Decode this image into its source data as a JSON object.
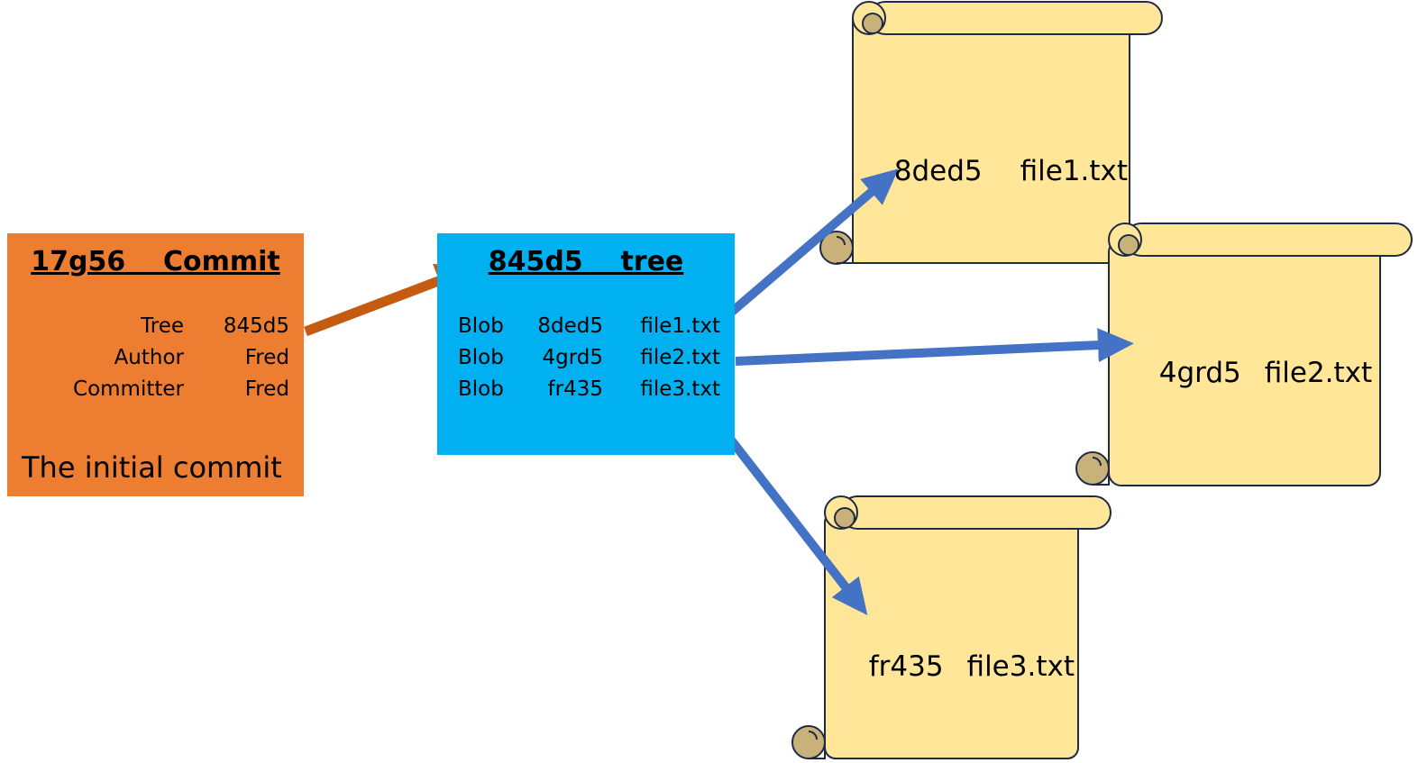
{
  "commit": {
    "title": "17g56    Commit",
    "fields": [
      {
        "key": "Tree",
        "value": "845d5"
      },
      {
        "key": "Author",
        "value": "Fred"
      },
      {
        "key": "Committer",
        "value": "Fred"
      }
    ],
    "message": "The initial commit"
  },
  "tree": {
    "title": "845d5    tree",
    "entries": [
      {
        "type": "Blob",
        "hash": "8ded5",
        "file": "file1.txt"
      },
      {
        "type": "Blob",
        "hash": "4grd5",
        "file": "file2.txt"
      },
      {
        "type": "Blob",
        "hash": "fr435",
        "file": "file3.txt"
      }
    ]
  },
  "blobs": [
    {
      "hash": "8ded5",
      "file": "file1.txt"
    },
    {
      "hash": "4grd5",
      "file": "file2.txt"
    },
    {
      "hash": "fr435",
      "file": "file3.txt"
    }
  ],
  "colors": {
    "commit": "#ED7D31",
    "tree": "#00B0F0",
    "scroll": "#FFE699",
    "scroll_curl": "#C9B27A",
    "scroll_outline": "#1F2A44",
    "commit_arrow": "#C55A11",
    "blob_arrow": "#4472C4"
  }
}
